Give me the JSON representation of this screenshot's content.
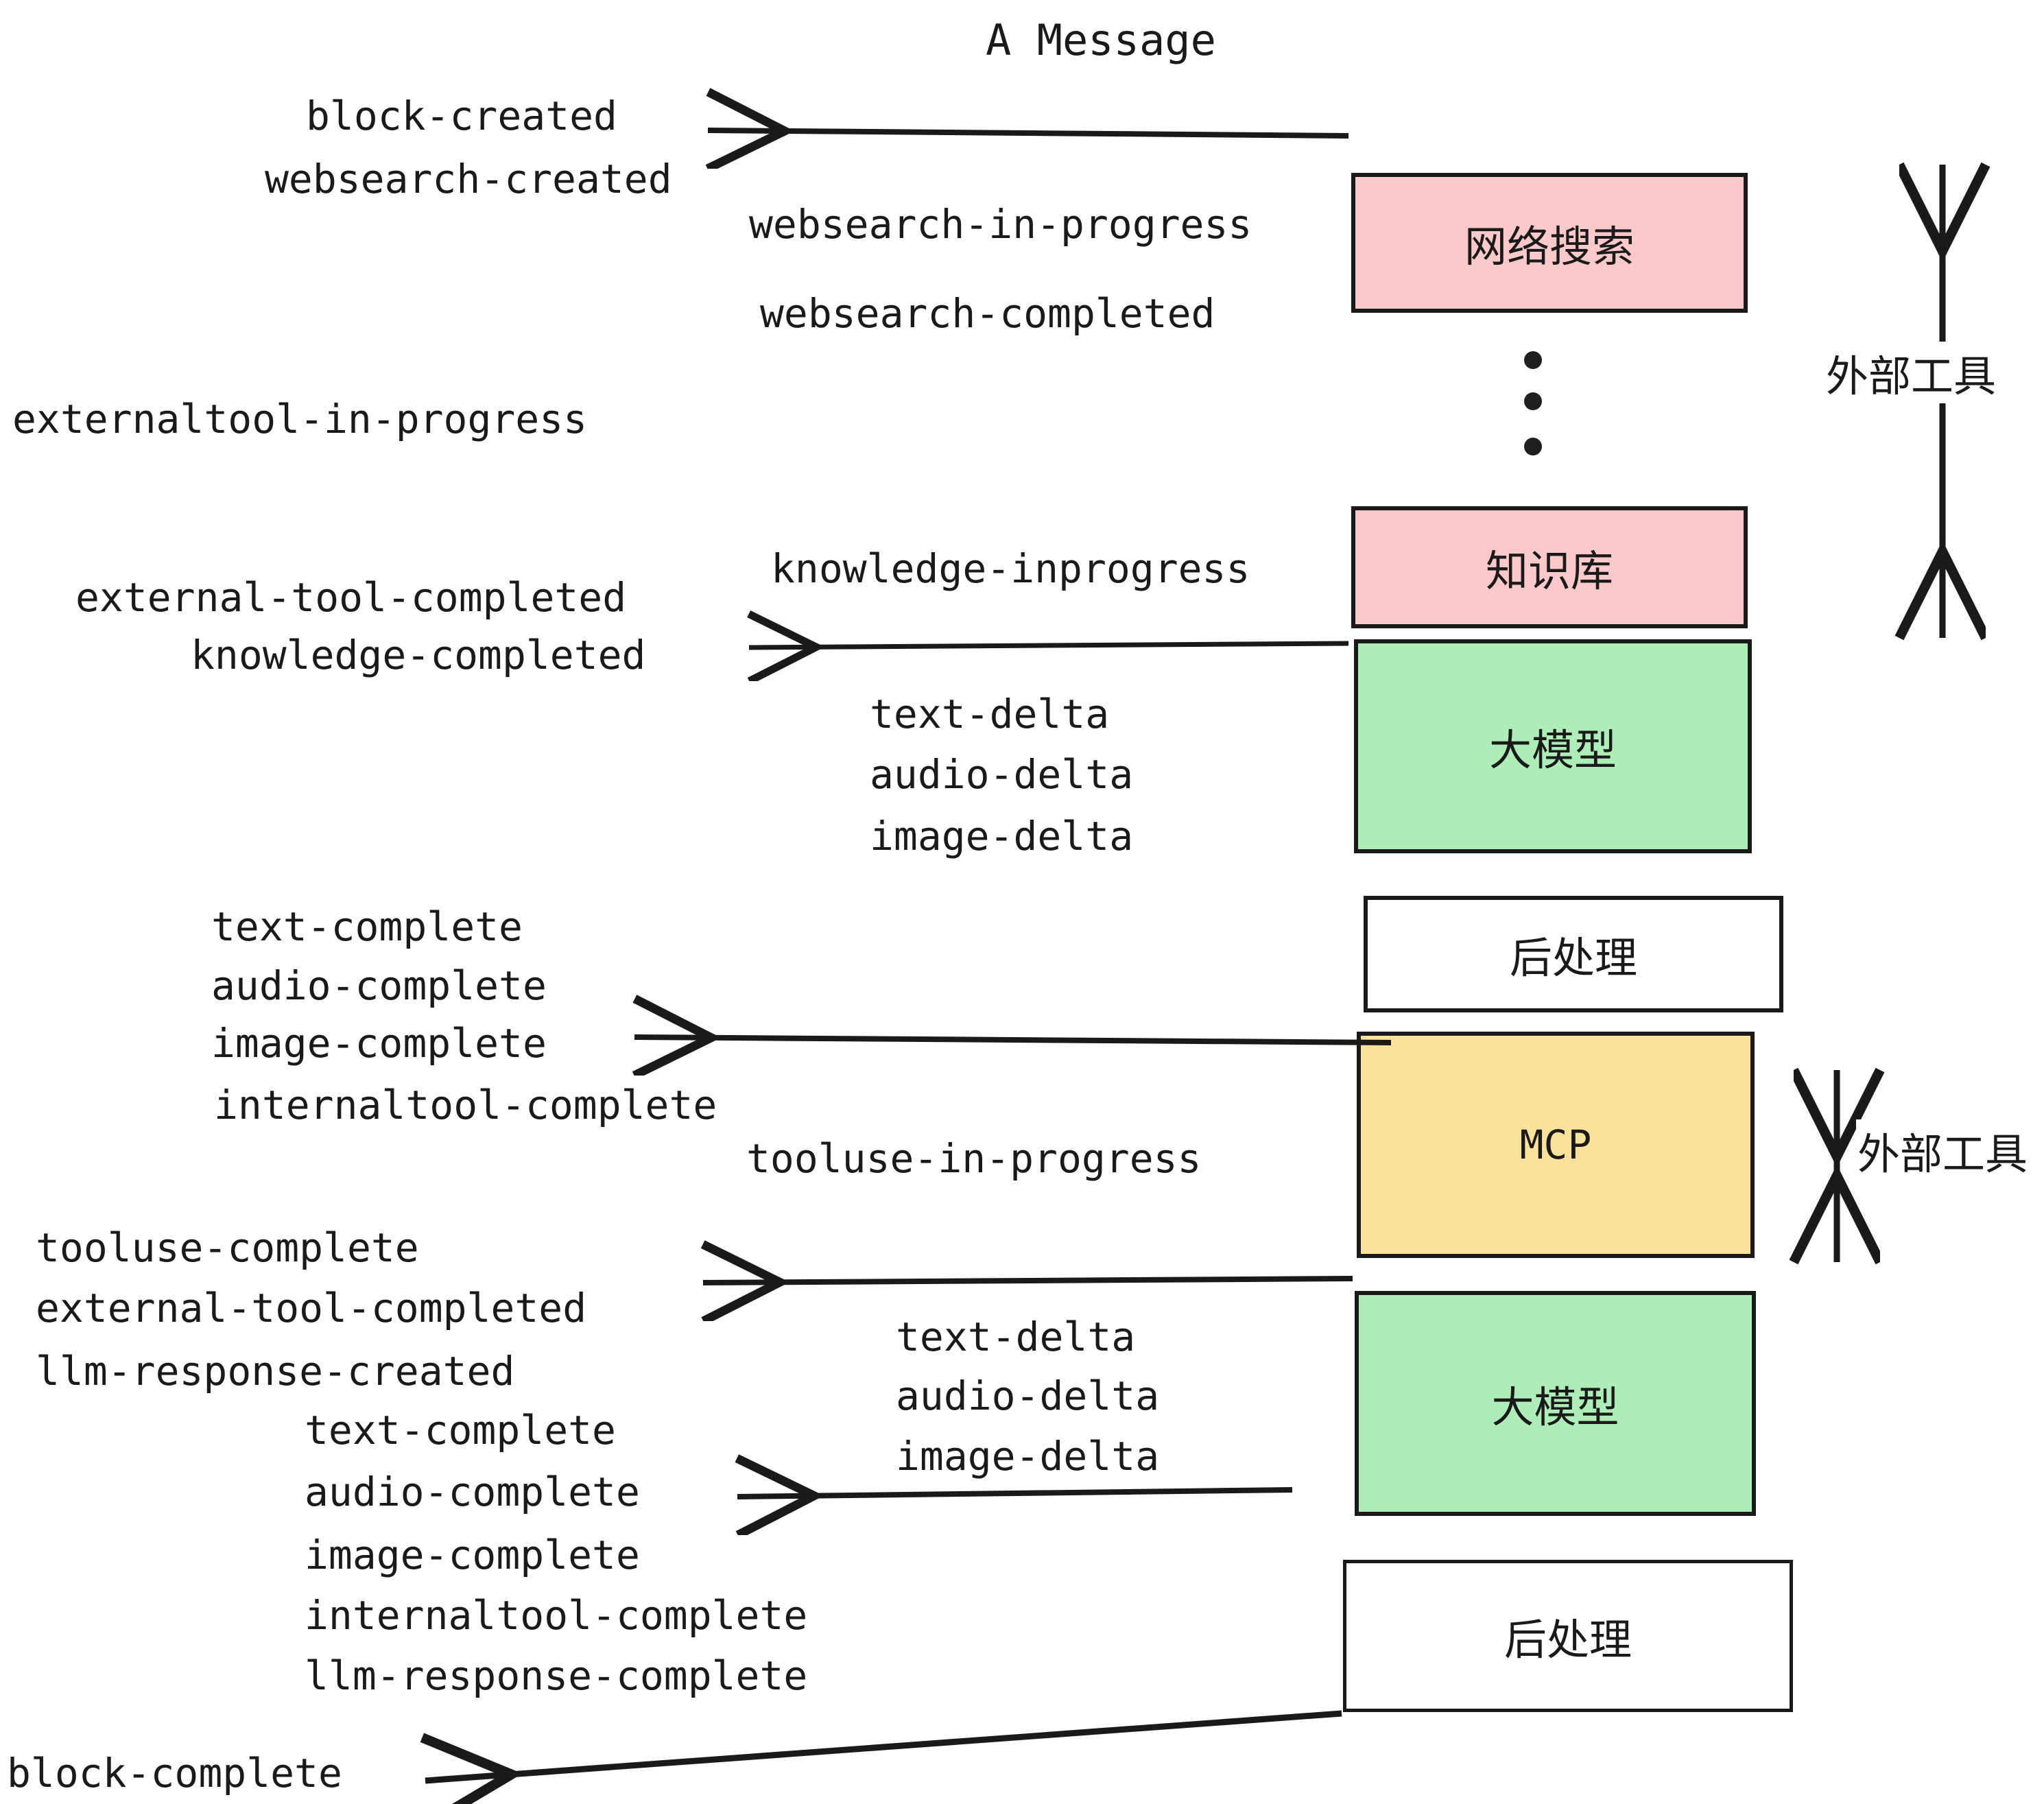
{
  "diagram": {
    "title": "A Message",
    "colors": {
      "external_tool_fill": "#FBC9C9",
      "llm_fill": "#AEEDB8",
      "mcp_fill": "#FAE29C",
      "postprocess_fill": "#FFFFFF",
      "stroke": "#1a1a1a",
      "background": "#FFFFFF"
    },
    "nodes": [
      {
        "id": "websearch",
        "label": "网络搜索",
        "fill": "#FBC9C9"
      },
      {
        "id": "knowledge",
        "label": "知识库",
        "fill": "#FBC9C9"
      },
      {
        "id": "llm-1",
        "label": "大模型",
        "fill": "#AEEDB8"
      },
      {
        "id": "postprocess-1",
        "label": "后处理",
        "fill": "#FFFFFF"
      },
      {
        "id": "mcp",
        "label": "MCP",
        "fill": "#FAE29C"
      },
      {
        "id": "llm-2",
        "label": "大模型",
        "fill": "#AEEDB8"
      },
      {
        "id": "postprocess-2",
        "label": "后处理",
        "fill": "#FFFFFF"
      }
    ],
    "side_labels": [
      {
        "id": "external-tool-top",
        "label": "外部工具"
      },
      {
        "id": "external-tool-bottom",
        "label": "外部工具"
      }
    ],
    "events": [
      {
        "id": "e1",
        "text": "block-created"
      },
      {
        "id": "e2",
        "text": "websearch-created"
      },
      {
        "id": "e3",
        "text": "websearch-in-progress"
      },
      {
        "id": "e4",
        "text": "websearch-completed"
      },
      {
        "id": "e5",
        "text": "externaltool-in-progress"
      },
      {
        "id": "e6",
        "text": "knowledge-inprogress"
      },
      {
        "id": "e7",
        "text": "external-tool-completed"
      },
      {
        "id": "e8",
        "text": "knowledge-completed"
      },
      {
        "id": "e9",
        "text": "text-delta"
      },
      {
        "id": "e10",
        "text": "audio-delta"
      },
      {
        "id": "e11",
        "text": "image-delta"
      },
      {
        "id": "e12",
        "text": "text-complete"
      },
      {
        "id": "e13",
        "text": "audio-complete"
      },
      {
        "id": "e14",
        "text": "image-complete"
      },
      {
        "id": "e15",
        "text": "internaltool-complete"
      },
      {
        "id": "e16",
        "text": "tooluse-in-progress"
      },
      {
        "id": "e17",
        "text": "tooluse-complete"
      },
      {
        "id": "e18",
        "text": "external-tool-completed"
      },
      {
        "id": "e19",
        "text": "llm-response-created"
      },
      {
        "id": "e20",
        "text": "text-delta"
      },
      {
        "id": "e21",
        "text": "audio-delta"
      },
      {
        "id": "e22",
        "text": "image-delta"
      },
      {
        "id": "e23",
        "text": "text-complete"
      },
      {
        "id": "e24",
        "text": "audio-complete"
      },
      {
        "id": "e25",
        "text": "image-complete"
      },
      {
        "id": "e26",
        "text": "internaltool-complete"
      },
      {
        "id": "e27",
        "text": "llm-response-complete"
      },
      {
        "id": "e28",
        "text": "block-complete"
      }
    ]
  }
}
